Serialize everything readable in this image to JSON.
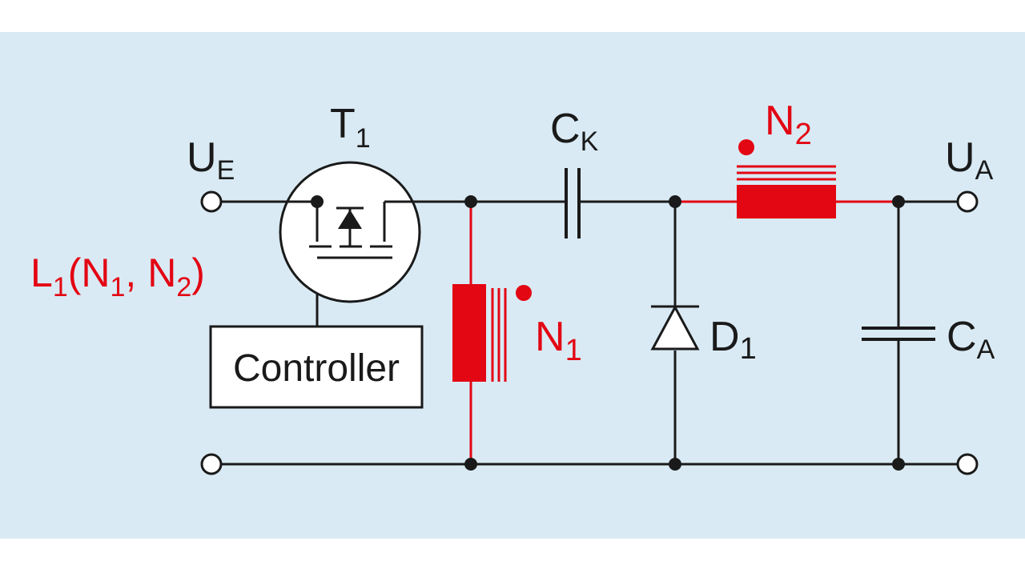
{
  "colors": {
    "background_panel": "#d9eaf4",
    "wire": "#1a1a1a",
    "accent": "#e30613"
  },
  "labels": {
    "input_voltage": {
      "main": "U",
      "sub": "E"
    },
    "transistor": {
      "main": "T",
      "sub": "1"
    },
    "coupling_capacitor": {
      "main": "C",
      "sub": "K"
    },
    "winding_2": {
      "main": "N",
      "sub": "2"
    },
    "output_voltage": {
      "main": "U",
      "sub": "A"
    },
    "inductor": {
      "p1": "L",
      "s1": "1",
      "p2": "(N",
      "s2": "1",
      "p3": ", N",
      "s3": "2",
      "p4": ")"
    },
    "winding_1": {
      "main": "N",
      "sub": "1"
    },
    "diode": {
      "main": "D",
      "sub": "1"
    },
    "output_capacitor": {
      "main": "C",
      "sub": "A"
    },
    "controller": "Controller"
  }
}
